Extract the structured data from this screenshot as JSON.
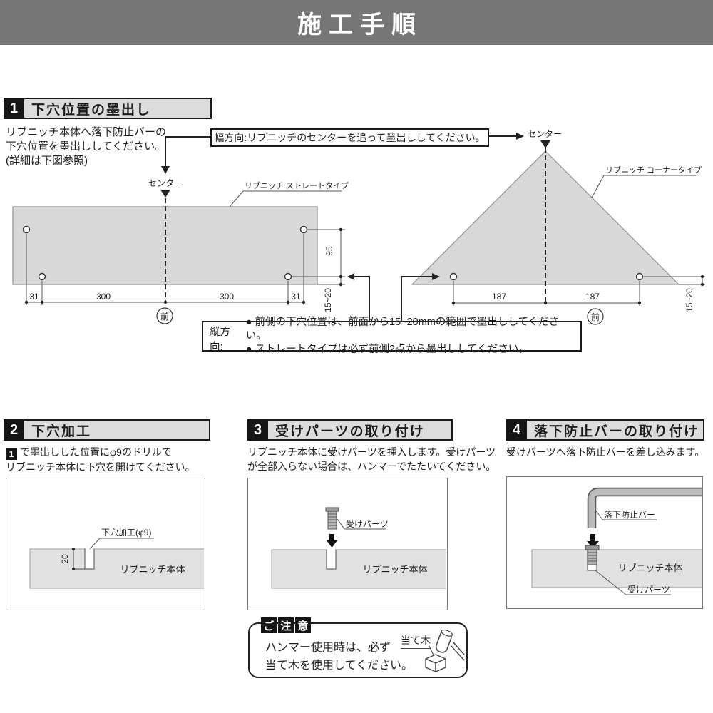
{
  "page": {
    "title": "施工手順"
  },
  "colors": {
    "banner_bg": "#767676",
    "header_bar_bg": "#dcdcdc",
    "number_box_bg": "#151515",
    "shape_fill": "#d8d8d8",
    "slab_fill": "#e1e1e1"
  },
  "sections": {
    "s1": {
      "num": "1",
      "title": "下穴位置の墨出し",
      "intro_line1": "リブニッチ本体へ落下防止バーの",
      "intro_line2": "下穴位置を墨出ししてください。",
      "intro_line3": "(詳細は下図参照)",
      "width_note": "幅方向:リブニッチのセンターを追って墨出ししてください。",
      "center_label_left": "センター",
      "center_label_right": "センター",
      "straight_label": "リブニッチ ストレートタイプ",
      "corner_label": "リブニッチ コーナータイプ",
      "front_label": "前",
      "dims": {
        "w31a": "31",
        "w300a": "300",
        "w300b": "300",
        "w31b": "31",
        "h95": "95",
        "r1520a": "15~20",
        "w187a": "187",
        "w187b": "187",
        "r1520b": "15~20"
      },
      "vertical_note": {
        "prefix": "縦方向:",
        "line1": "● 前側の下穴位置は、前面から15~20mmの範囲で墨出ししてください。",
        "line2": "● ストレートタイプは必ず前側2点から墨出ししてください。"
      }
    },
    "s2": {
      "num": "2",
      "title": "下穴加工",
      "body_step_ref": "1",
      "body_line1": "で墨出しした位置にφ9のドリルで",
      "body_line2": "リブニッチ本体に下穴を開けてください。",
      "hole_label": "下穴加工(φ9)",
      "depth_dim": "20",
      "body_label": "リブニッチ本体"
    },
    "s3": {
      "num": "3",
      "title": "受けパーツの取り付け",
      "body_line1": "リブニッチ本体に受けパーツを挿入します。受けパーツ",
      "body_line2": "が全部入らない場合は、ハンマーでたたいてください。",
      "part_label": "受けパーツ",
      "body_label": "リブニッチ本体"
    },
    "s4": {
      "num": "4",
      "title": "落下防止バーの取り付け",
      "body_line1": "受けパーツへ落下防止バーを差し込みます。",
      "bar_label": "落下防止バー",
      "part_label": "受けパーツ",
      "body_label": "リブニッチ本体"
    },
    "caution": {
      "title_chars": [
        "ご",
        "注",
        "意"
      ],
      "line1": "ハンマー使用時は、必ず",
      "line2": "当て木を使用してください。",
      "block_label": "当て木"
    }
  }
}
